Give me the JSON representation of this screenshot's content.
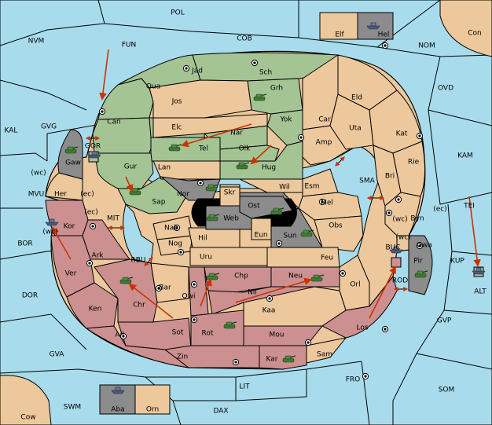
{
  "map": {
    "colors": {
      "sea": "#a8dcec",
      "neutral": "#ecc89c",
      "green": "#a4c494",
      "red": "#cc9090",
      "grey": "#8c8c8c",
      "black": "#000000"
    },
    "labels": {
      "pol": "POL",
      "nvm": "NVM",
      "fun": "FUN",
      "cob": "COB",
      "nom": "NOM",
      "con": "Con",
      "elf": "Elf",
      "hel": "Hel",
      "ovd": "OVD",
      "kal": "KAL",
      "gvg": "GVG",
      "kam": "KAM",
      "mvu": "MVU",
      "mit": "MIT",
      "bor": "BOR",
      "dor": "DOR",
      "gva": "GVA",
      "rbu": "RBU",
      "sma": "SMA",
      "tei": "TEI",
      "kup": "KUP",
      "alt": "ALT",
      "gvp": "GVP",
      "som": "SOM",
      "fro": "FRO",
      "lit": "LIT",
      "dax": "DAX",
      "swm": "SWM",
      "cow": "Cow",
      "aba": "Aba",
      "orn": "Orn",
      "bmc": "BUC",
      "rod": "ROD",
      "gor": "GOR",
      "jad": "Jad",
      "sch": "Sch",
      "qua": "Qua",
      "jos": "Jos",
      "grh": "Grh",
      "can": "Can",
      "elc": "Elc",
      "nar": "Nar",
      "yok": "Yok",
      "car": "Car",
      "eld": "Eld",
      "uta": "Uta",
      "kat": "Kat",
      "tel": "Tel",
      "olk": "Olk",
      "amp": "Amp",
      "gur": "Gur",
      "lan": "Lan",
      "hug": "Hug",
      "rie": "Rie",
      "bri": "Bri",
      "gaw": "Gaw",
      "nor": "Nor",
      "skr": "Skr",
      "ost": "Ost",
      "wil": "Wil",
      "esm": "Esm",
      "her": "Her",
      "sap": "Sap",
      "web": "Web",
      "mel": "Mel",
      "byn": "Byn",
      "kor": "Kor",
      "nab": "Nab",
      "eun": "Eun",
      "sun": "Sun",
      "obs": "Obs",
      "gwa": "Gwa",
      "hil": "Hil",
      "nog": "Nog",
      "ark": "Ark",
      "uru": "Uru",
      "feu": "Feu",
      "pir": "Pir",
      "ver": "Ver",
      "bar": "Bar",
      "chp": "Chp",
      "neu": "Neu",
      "qwi": "Qwi",
      "orl": "Orl",
      "nil": "Nil",
      "ken": "Ken",
      "chr": "Chr",
      "kaa": "Kaa",
      "los": "Los",
      "ail": "Ail",
      "sot": "Sot",
      "rot": "Rot",
      "mou": "Mou",
      "zin": "Zin",
      "kar": "Kar",
      "sam": "Sam"
    },
    "coast_notes": {
      "wc1": "(wc)",
      "ec1": "(ec)",
      "ec2": "(ec)",
      "wc2": "(wc)",
      "wc3": "(wc)",
      "ec3": "(ec)",
      "wc4": "(wc)"
    }
  }
}
